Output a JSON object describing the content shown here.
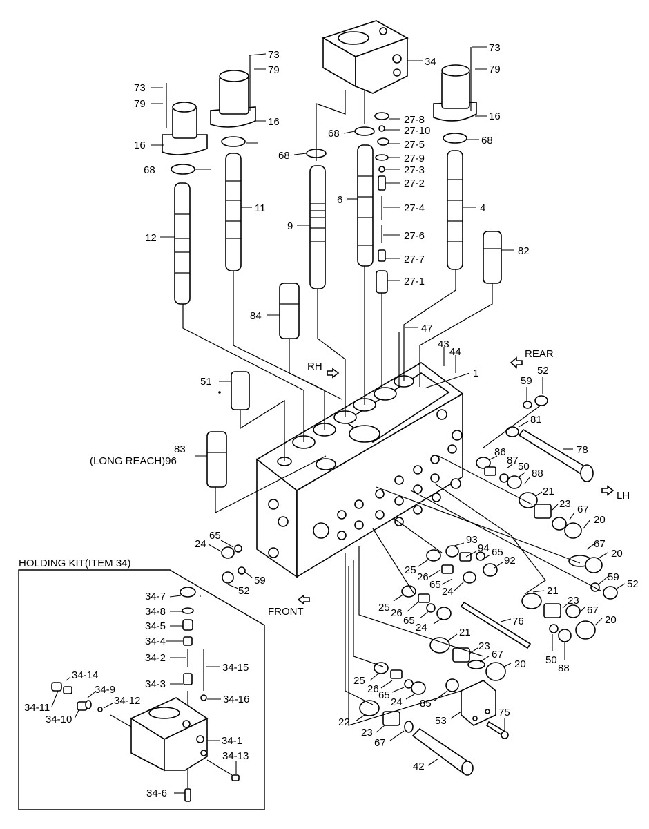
{
  "inset": {
    "title": "HOLDING KIT(ITEM 34)"
  },
  "directions": {
    "rh": "RH",
    "rear": "REAR",
    "lh": "LH",
    "front": "FRONT"
  },
  "callouts": [
    "73",
    "79",
    "73",
    "79",
    "73",
    "79",
    "34",
    "16",
    "16",
    "16",
    "27-8",
    "68",
    "27-10",
    "27-5",
    "68",
    "27-9",
    "68",
    "68",
    "27-3",
    "27-2",
    "6",
    "27-4",
    "4",
    "11",
    "12",
    "9",
    "27-6",
    "82",
    "27-7",
    "27-1",
    "84",
    "47",
    "43",
    "44",
    "REAR",
    "1",
    "RH",
    "59",
    "52",
    "51",
    "81",
    "78",
    "83",
    "(LONG REACH)96",
    "86",
    "87",
    "50",
    "88",
    "LH",
    "21",
    "23",
    "67",
    "20",
    "24",
    "65",
    "93",
    "94",
    "65",
    "92",
    "25",
    "26",
    "65",
    "24",
    "67",
    "20",
    "59",
    "52",
    "25",
    "26",
    "65",
    "24",
    "21",
    "23",
    "67",
    "20",
    "76",
    "50",
    "88",
    "21",
    "23",
    "67",
    "20",
    "25",
    "26",
    "65",
    "24",
    "85",
    "53",
    "75",
    "22",
    "23",
    "67",
    "42",
    "FRONT",
    "59",
    "52"
  ],
  "inset_callouts": [
    "34-7",
    "34-8",
    "34-5",
    "34-4",
    "34-2",
    "34-15",
    "34-3",
    "34-14",
    "34-9",
    "34-16",
    "34-11",
    "34-12",
    "34-10",
    "34-1",
    "34-13",
    "34-6"
  ]
}
